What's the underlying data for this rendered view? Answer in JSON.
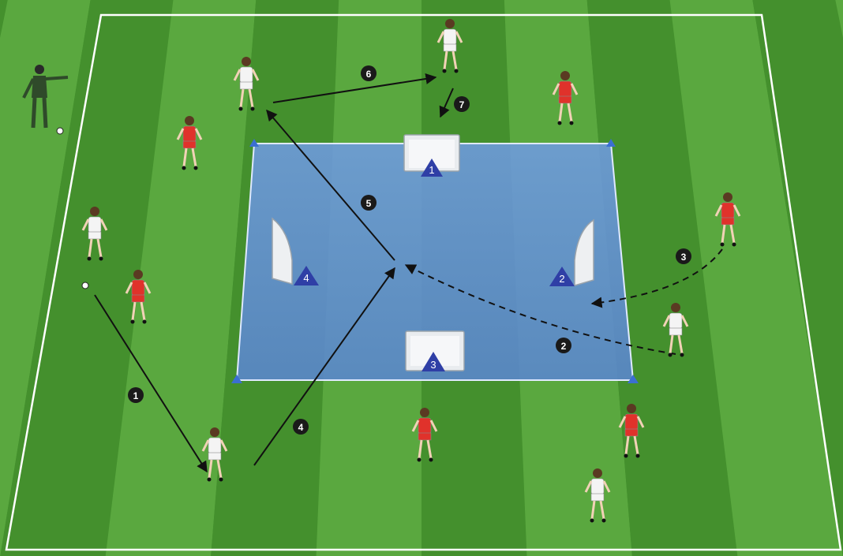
{
  "diagram": {
    "field_colors": {
      "light_stripe": "#5aa83f",
      "dark_stripe": "#44902d",
      "lines": "#ffffff",
      "zone_fill": "#5f8fd6",
      "zone_edge": "#d8e6ff"
    },
    "team_colors": {
      "white_team": "#f4f4f4",
      "red_team": "#e0322b",
      "coach": "#2f4a2a"
    },
    "goals": [
      {
        "label": "1"
      },
      {
        "label": "2"
      },
      {
        "label": "3"
      },
      {
        "label": "4"
      }
    ],
    "steps": [
      {
        "label": "1"
      },
      {
        "label": "2"
      },
      {
        "label": "3"
      },
      {
        "label": "4"
      },
      {
        "label": "5"
      },
      {
        "label": "6"
      },
      {
        "label": "7"
      }
    ]
  }
}
